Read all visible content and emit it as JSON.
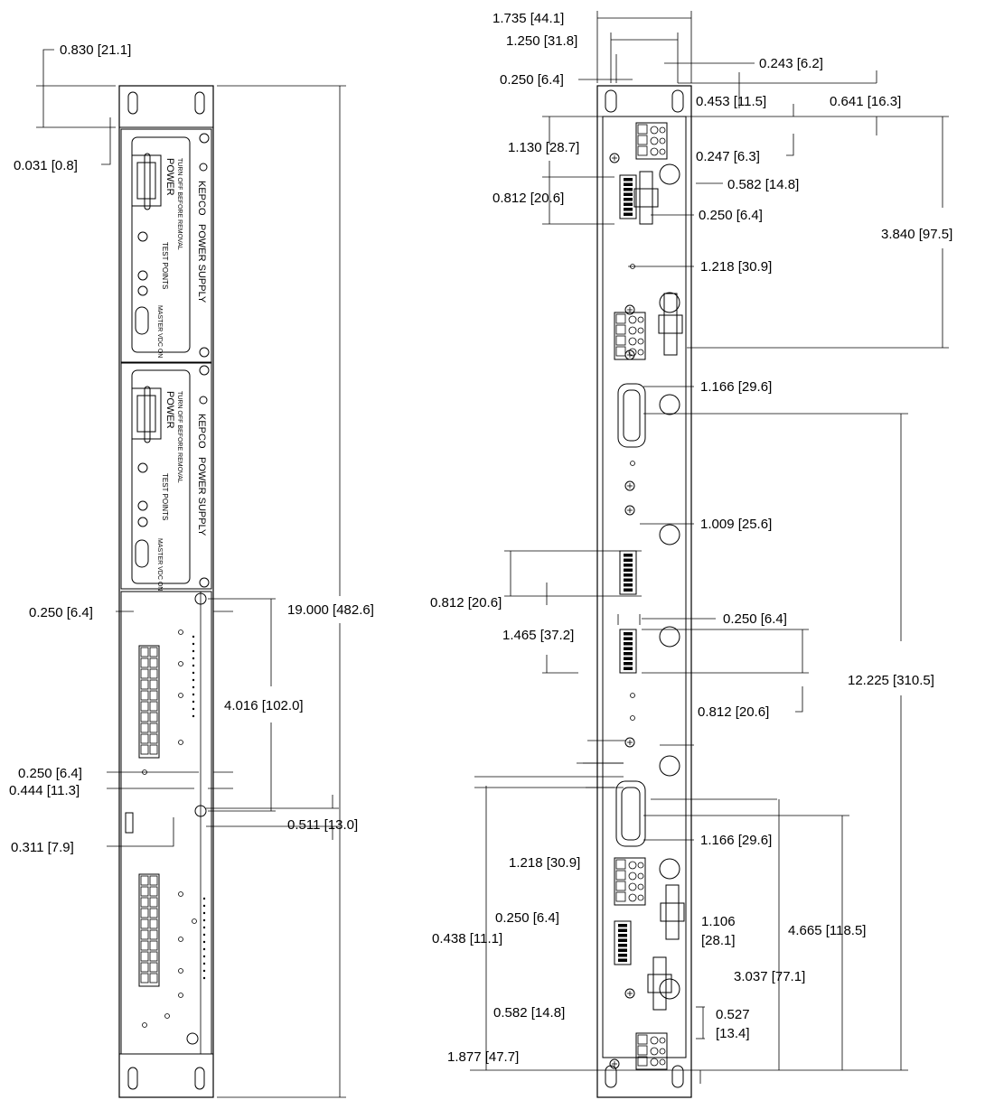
{
  "front_panel": {
    "brand_label": "KEPCO",
    "product_label": "POWER SUPPLY",
    "power_label": "POWER",
    "power_sub_label": "TURN OFF BEFORE REMOVAL",
    "test_points_label": "TEST POINTS",
    "master_label": "MASTER VDC ON",
    "plus_label": "+",
    "minus_label": "-"
  },
  "left_view": {
    "dims": {
      "top_offset": "0.830 [21.1]",
      "small_gap": "0.031 [0.8]",
      "overall_height": "19.000 [482.6]",
      "slot_edge_top": "0.250 [6.4]",
      "slot_spacing": "4.016 [102.0]",
      "slot_edge_mid": "0.250 [6.4]",
      "slot_width": "0.444 [11.3]",
      "slot_offset": "0.311 [7.9]",
      "slot_height": "0.511 [13.0]"
    }
  },
  "right_view": {
    "dims": {
      "overall_width": "1.735 [44.1]",
      "hole_spacing": "1.250 [31.8]",
      "hole_edge": "0.250 [6.4]",
      "hole_right_edge": "0.243 [6.2]",
      "hole_to_panel": "0.453 [11.5]",
      "top_to_panel": "0.641 [16.3]",
      "conn1_offset": "1.130 [28.7]",
      "conn1_height": "0.247 [6.3]",
      "dip1_height": "0.812 [20.6]",
      "dip1_offset": "0.582 [14.8]",
      "dip1_edge": "0.250 [6.4]",
      "conn2_offset": "3.840 [97.5]",
      "conn2_x": "1.218 [30.9]",
      "dsub1_x": "1.166 [29.6]",
      "dip2_x": "1.009 [25.6]",
      "dip2_height": "0.812 [20.6]",
      "dip_spacing": "1.465 [37.2]",
      "dip3_edge": "0.250 [6.4]",
      "dip3_height": "0.812 [20.6]",
      "dsub_spacing": "12.225 [310.5]",
      "dsub2_x": "1.166 [29.6]",
      "conn3_x": "1.218 [30.9]",
      "dip4_edge": "0.250 [6.4]",
      "dip4_gap": "0.438 [11.1]",
      "pot_x_a": "1.106",
      "pot_x_b": "[28.1]",
      "dsub2_offset": "4.665 [118.5]",
      "conn4_offset": "3.037 [77.1]",
      "dip4_offset": "0.582 [14.8]",
      "bottom_conn_height_a": "0.527",
      "bottom_conn_height_b": "[13.4]",
      "bottom_offset": "1.877 [47.7]"
    }
  }
}
